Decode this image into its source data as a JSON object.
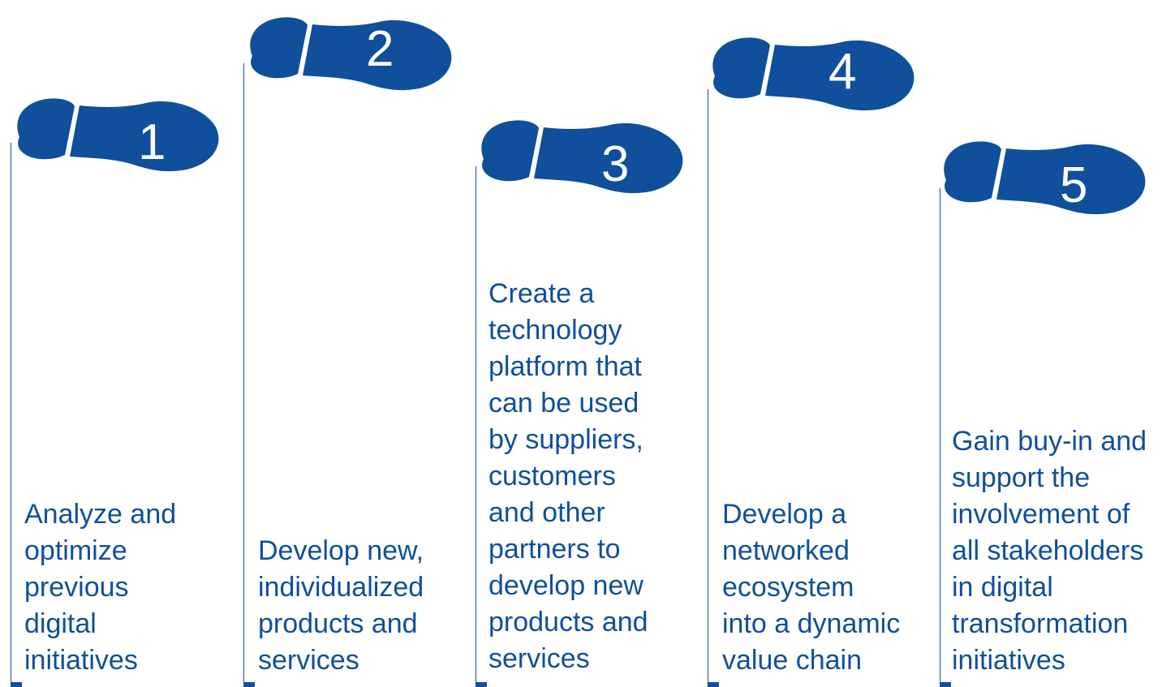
{
  "accent_color": "#0f4f9c",
  "footprint_icon": "shoe-sole-footprint",
  "steps": [
    {
      "number": "1",
      "lines": [
        "Analyze and",
        "optimize",
        "previous",
        "digital",
        "initiatives"
      ]
    },
    {
      "number": "2",
      "lines": [
        "Develop new,",
        "individualized",
        "products and",
        "services"
      ]
    },
    {
      "number": "3",
      "lines": [
        "Create a",
        "technology",
        "platform that",
        "can be used",
        "by suppliers,",
        "customers",
        "and other",
        "partners to",
        "develop new",
        "products and",
        "services"
      ]
    },
    {
      "number": "4",
      "lines": [
        "Develop a",
        "networked",
        "ecosystem",
        "into a dynamic",
        "value chain"
      ]
    },
    {
      "number": "5",
      "lines": [
        "Gain buy-in and",
        "support the",
        "involvement of",
        "all stakeholders",
        "in digital",
        "transformation",
        "initiatives"
      ]
    }
  ]
}
